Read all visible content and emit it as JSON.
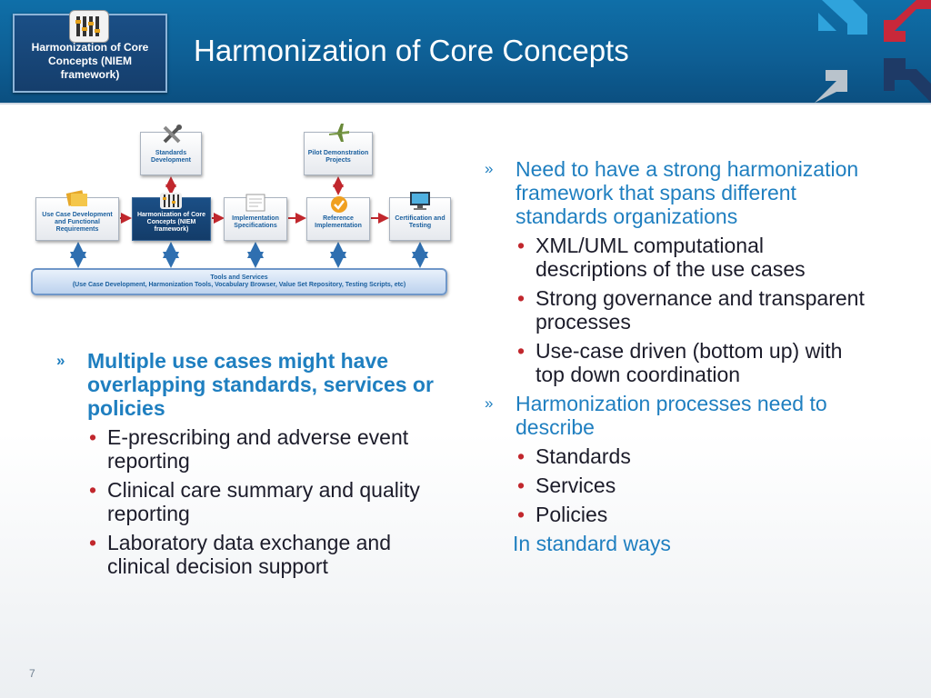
{
  "header": {
    "badge_text": "Harmonization of Core Concepts (NIEM framework)",
    "title": "Harmonization of Core Concepts"
  },
  "colors": {
    "header": "#0e5f95",
    "accent": "#1f7fc0",
    "bullet": "#c1272d",
    "logo_blue": "#2fa3dc",
    "logo_red": "#c8283a",
    "logo_gray": "#b9c3cc",
    "logo_navy": "#1e3a66"
  },
  "diagram": {
    "top_boxes": [
      {
        "label": "Standards Development",
        "icon": "tools-icon"
      },
      {
        "label": "Pilot Demonstration Projects",
        "icon": "airplane-icon"
      }
    ],
    "mid_boxes": [
      {
        "label": "Use Case Development and Functional Requirements",
        "icon": "folders-icon"
      },
      {
        "label": "Harmonization of Core Concepts (NIEM framework)",
        "icon": "harmonization-icon"
      },
      {
        "label": "Implementation Specifications",
        "icon": "document-icon"
      },
      {
        "label": "Reference Implementation",
        "icon": "checkmark-icon"
      },
      {
        "label": "Certification and Testing",
        "icon": "monitor-icon"
      }
    ],
    "tools_title": "Tools and Services",
    "tools_detail": "(Use Case Development, Harmonization Tools, Vocabulary Browser, Value Set Repository, Testing Scripts, etc)"
  },
  "left": {
    "heading": "Multiple use cases might have overlapping standards, services or policies",
    "bullets": [
      "E-prescribing and adverse event reporting",
      "Clinical care summary and quality reporting",
      "Laboratory data exchange and clinical decision support"
    ]
  },
  "right": {
    "point1": "Need to have a strong harmonization framework that spans different standards organizations",
    "point1_bullets": [
      "XML/UML computational descriptions of the use cases",
      "Strong governance and transparent processes",
      "Use-case driven (bottom up) with top down coordination"
    ],
    "point2": "Harmonization processes need to describe",
    "point2_bullets": [
      "Standards",
      "Services",
      "Policies"
    ],
    "closing": "In standard ways"
  },
  "page_number": "7"
}
